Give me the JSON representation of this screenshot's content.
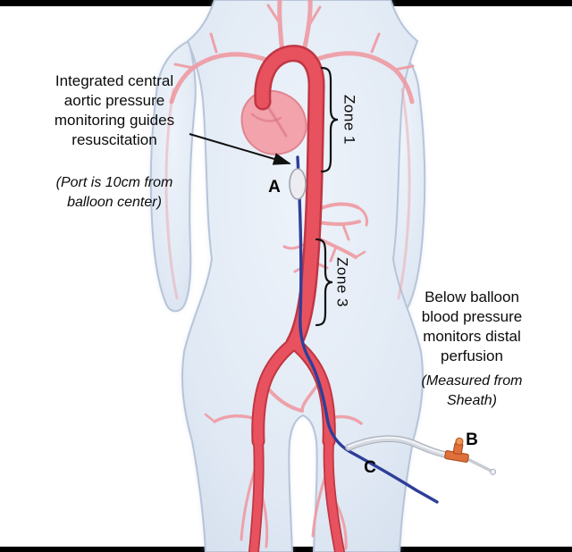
{
  "figure": {
    "annotations": {
      "left": {
        "lines": [
          "Integrated central",
          "aortic pressure",
          "monitoring guides",
          "resuscitation"
        ],
        "note_lines": [
          "(Port is 10cm from",
          "balloon center)"
        ]
      },
      "right": {
        "lines": [
          "Below balloon",
          "blood pressure",
          "monitors distal",
          "perfusion"
        ],
        "note_lines": [
          "(Measured from",
          "Sheath)"
        ]
      }
    },
    "zones": {
      "zone1": "Zone 1",
      "zone3": "Zone 3"
    },
    "markers": {
      "balloon_label": "A",
      "sheath_label": "B",
      "insertion_label": "C"
    },
    "colors": {
      "artery": "#e8525e",
      "artery_outline": "#bf3743",
      "branch": "#ef9aa2",
      "catheter": "#2e3e99",
      "sheath": "#d4d8df",
      "hub": "#e0703b",
      "body_fill": "#dde7f3",
      "body_stroke": "#b7c4d9",
      "balloon_fill": "#ececf1",
      "text": "#0b0b0b"
    }
  }
}
